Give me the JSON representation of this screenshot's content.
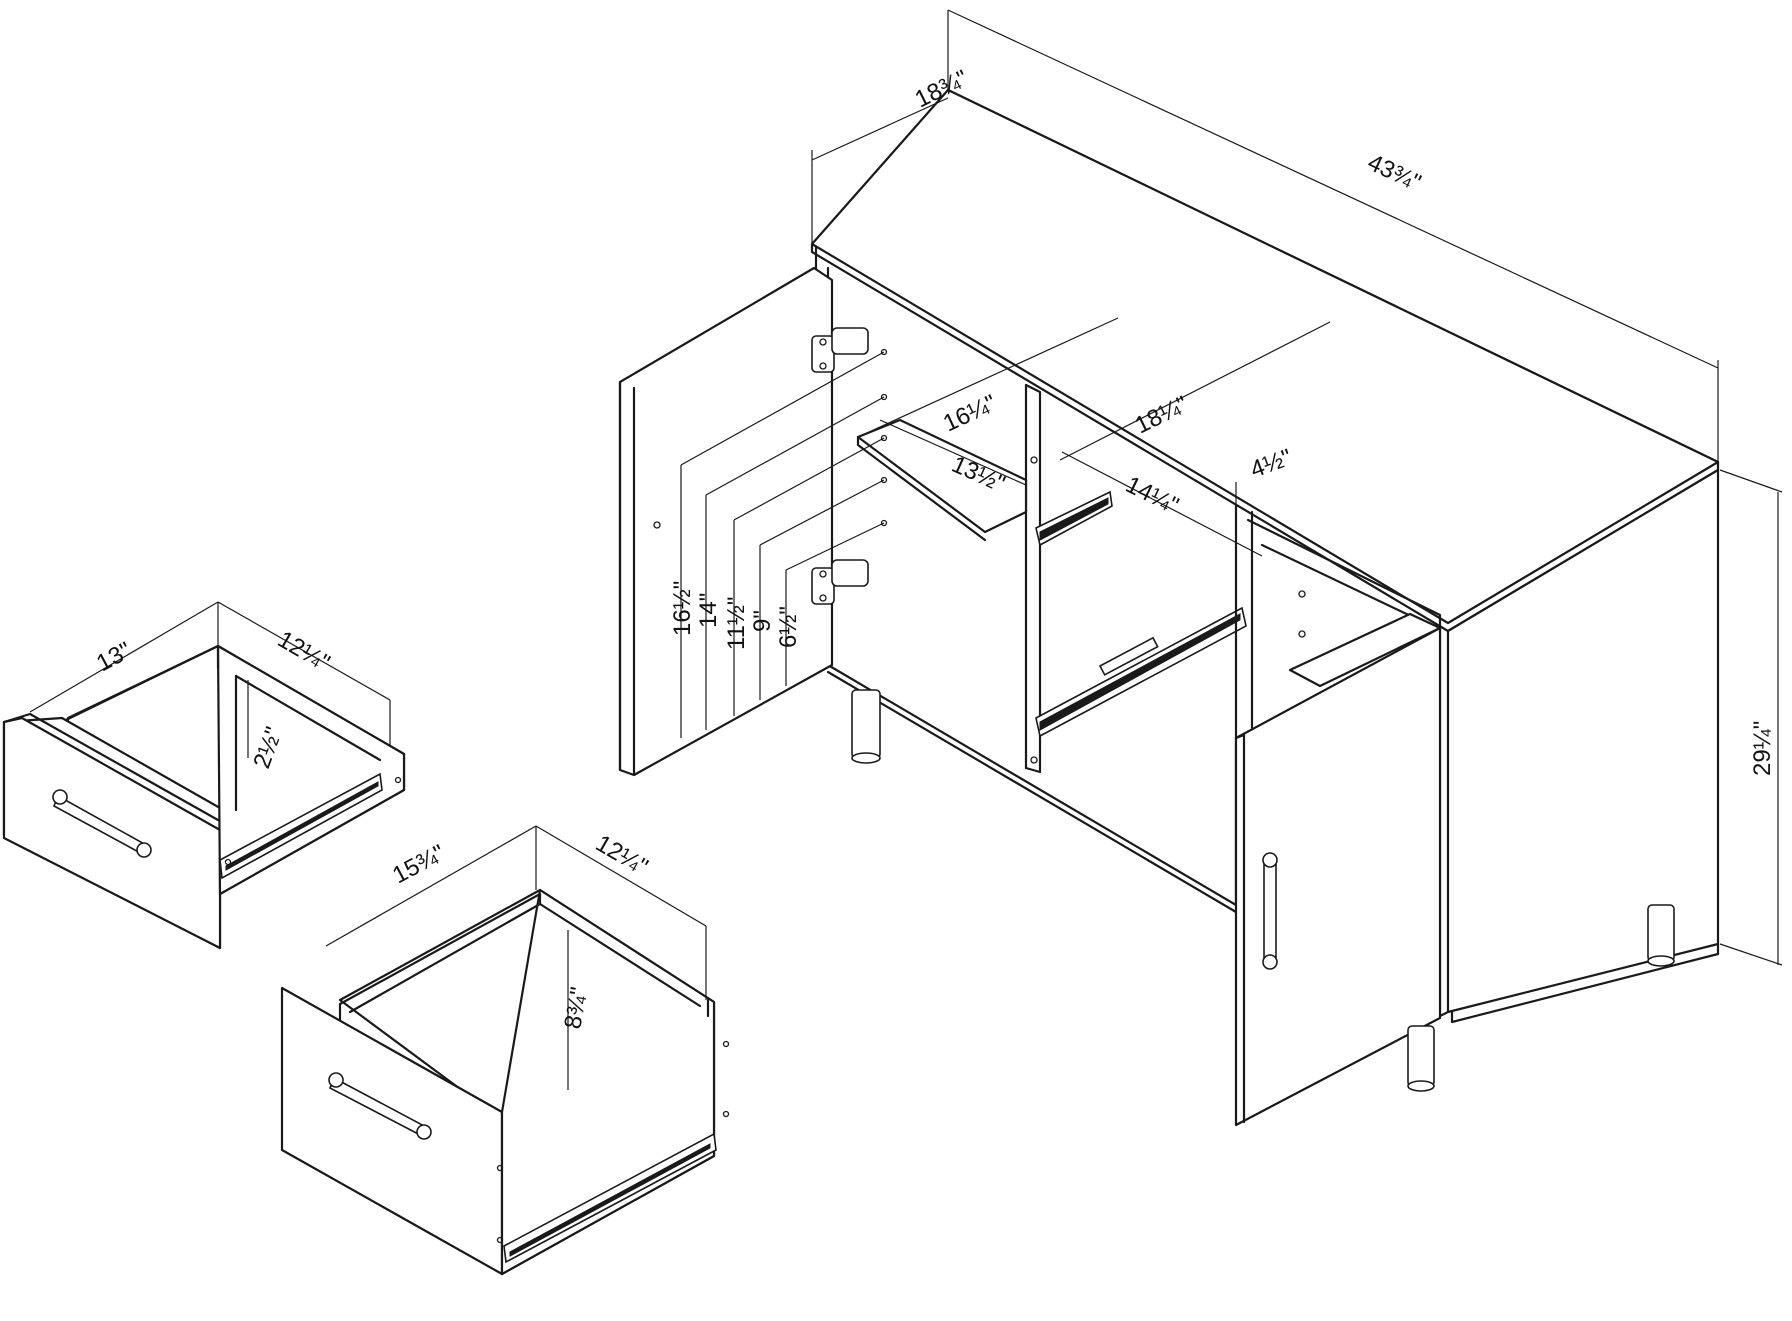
{
  "dimensions": {
    "depth": "18¾\"",
    "width": "43¾\"",
    "height": "29¼\"",
    "shelf_depth_left": "16¼\"",
    "shelf_depth_right": "18¼\"",
    "shelf_width_left": "13½\"",
    "shelf_width_right": "14¼\"",
    "right_clearance": "4½\"",
    "hole_16_5": "16½\"",
    "hole_14": "14\"",
    "hole_11_5": "11½\"",
    "hole_9": "9\"",
    "hole_6_5": "6½\"",
    "small_drawer_width": "13\"",
    "small_drawer_depth": "12¼\"",
    "small_drawer_height": "2½\"",
    "large_drawer_width": "15¾\"",
    "large_drawer_depth": "12¼\"",
    "large_drawer_height": "8¾\""
  }
}
